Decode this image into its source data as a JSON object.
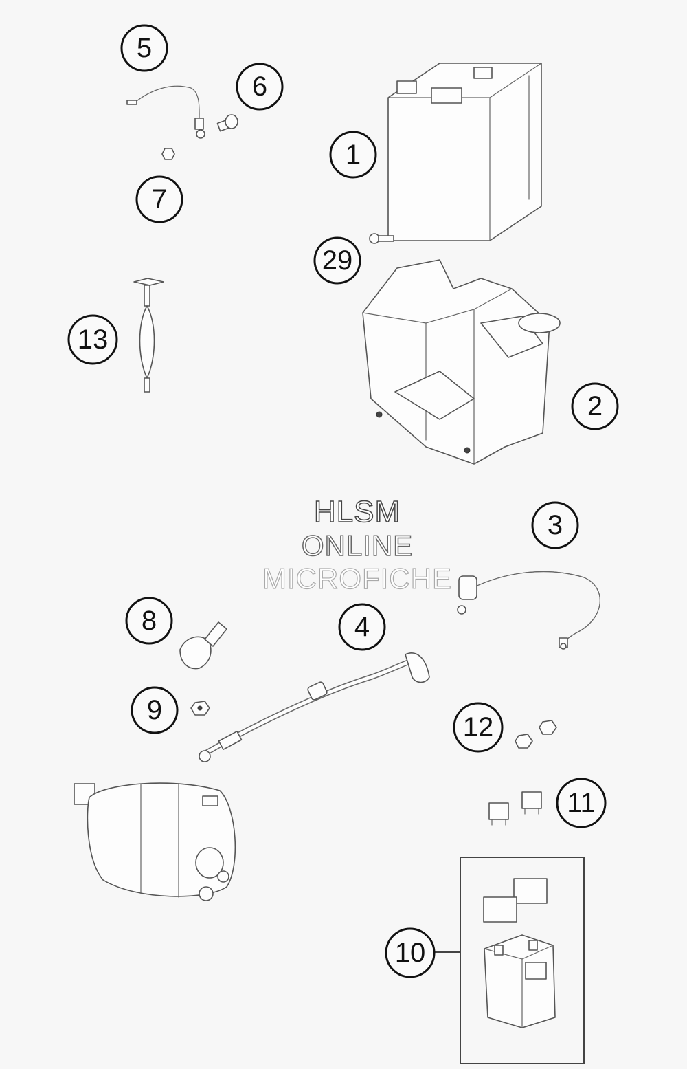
{
  "watermark": {
    "line1": "HLSM",
    "line2": "ONLINE",
    "line3": "MICROFICHE"
  },
  "callouts": [
    {
      "id": "battery",
      "label": "1"
    },
    {
      "id": "battery-box",
      "label": "2"
    },
    {
      "id": "positive-cable",
      "label": "3"
    },
    {
      "id": "starter-cable",
      "label": "4"
    },
    {
      "id": "ground-cable",
      "label": "5"
    },
    {
      "id": "bolt",
      "label": "6"
    },
    {
      "id": "nut",
      "label": "7"
    },
    {
      "id": "terminal-cap",
      "label": "8"
    },
    {
      "id": "starter-nut",
      "label": "9"
    },
    {
      "id": "starter-relay",
      "label": "10"
    },
    {
      "id": "fuses",
      "label": "11"
    },
    {
      "id": "relay-nuts",
      "label": "12"
    },
    {
      "id": "fuse-holder",
      "label": "13"
    },
    {
      "id": "box-screw",
      "label": "29"
    }
  ],
  "colors": {
    "line": "#555555",
    "background": "#f7f7f7"
  }
}
